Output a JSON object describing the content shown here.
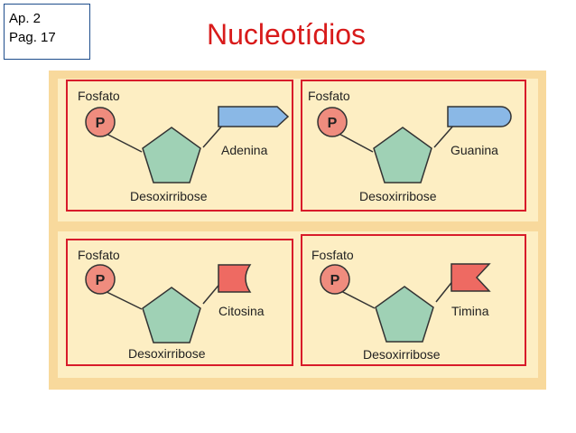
{
  "header": {
    "ref_line1": "Ap. 2",
    "ref_line2": "Pag. 17",
    "title": "Nucleotídios"
  },
  "colors": {
    "title": "#d81b1b",
    "panel_border": "#d81b2a",
    "background_outer": "#f8d99c",
    "background_inner": "#fdeec3",
    "phosphate": "#ef8c7e",
    "sugar": "#9fd1b5",
    "purine_base": "#8ab8e6",
    "pyrimidine_base": "#ee6a62"
  },
  "nucleotides": [
    {
      "phosphate_label": "Fosfato",
      "phosphate_symbol": "P",
      "sugar_label": "Desoxirribose",
      "base": "Adenina",
      "base_shape": "pointed-tab-icon"
    },
    {
      "phosphate_label": "Fosfato",
      "phosphate_symbol": "P",
      "sugar_label": "Desoxirribose",
      "base": "Guanina",
      "base_shape": "rounded-tab-icon"
    },
    {
      "phosphate_label": "Fosfato",
      "phosphate_symbol": "P",
      "sugar_label": "Desoxirribose",
      "base": "Citosina",
      "base_shape": "concave-flag-icon"
    },
    {
      "phosphate_label": "Fosfato",
      "phosphate_symbol": "P",
      "sugar_label": "Desoxirribose",
      "base": "Timina",
      "base_shape": "notched-flag-icon"
    }
  ]
}
